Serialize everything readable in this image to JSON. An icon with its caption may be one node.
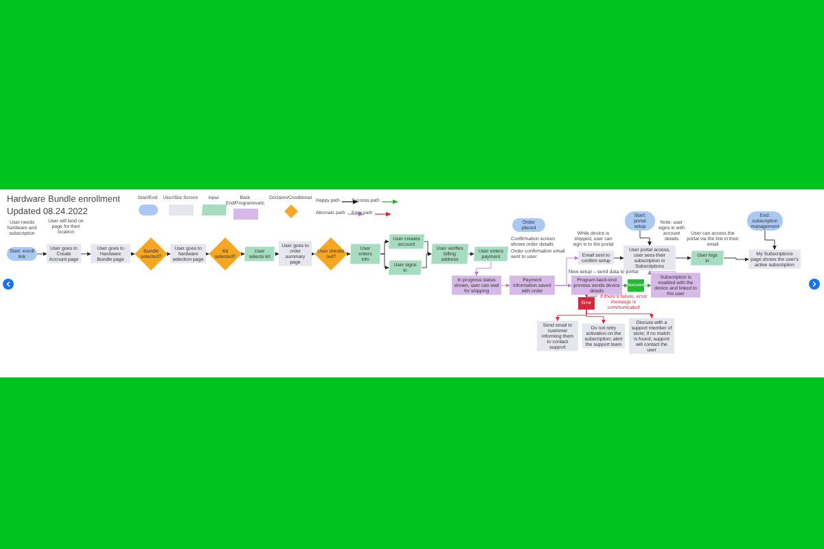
{
  "diagram": {
    "title": "Hardware Bundle enrollment",
    "nodes": [
      {
        "text": [
          "Start: enroll link"
        ],
        "beside": [
          "User needs hardware and subscription"
        ]
      },
      {
        "text": [
          "User goes to Create Account page"
        ],
        "beside": [
          "User will land on page for their location"
        ]
      },
      {
        "text": [
          "User goes to Hardware Bundle page"
        ]
      },
      {
        "text": [
          "Bundle selected?"
        ]
      },
      {
        "text": [
          "User goes to hardware selection page"
        ]
      },
      {
        "text": [
          "Kit selected?"
        ]
      },
      {
        "text": [
          "User selects kit"
        ]
      },
      {
        "text": [
          "User goes to order summary page"
        ]
      },
      {
        "text": [
          "User checks out?"
        ]
      },
      {
        "text": [
          "User enters info"
        ]
      },
      {
        "text": [
          "User creates account"
        ]
      },
      {
        "text": [
          "User signs in"
        ]
      },
      {
        "text": [
          "User verifies billing address"
        ]
      },
      {
        "text": [
          "User enters payment"
        ]
      },
      {
        "text": [
          "Order placed"
        ]
      },
      {
        "text": [
          "In progress status shown, user can wait for shipping"
        ]
      },
      {
        "text": [
          "Payment information saved with order"
        ]
      },
      {
        "text": [
          "Program back-end process sends device details"
        ]
      },
      {
        "text": [
          "Success"
        ]
      },
      {
        "text": [
          "Subscription is enabled with the device and linked to the user"
        ]
      },
      {
        "text": [
          "Error"
        ]
      },
      {
        "text": [
          "Send email to customer informing them to contact support"
        ]
      },
      {
        "text": [
          "Do not retry activation on the subscription; alert the support team"
        ]
      },
      {
        "text": [
          "Discuss with a support member of store; if no match is found, support will contact the user"
        ]
      },
      {
        "text": [
          "Email sent to confirm setup"
        ],
        "beside": [
          "While device is shipped, user can sign in to the portal"
        ]
      },
      {
        "text": [
          "Start: portal setup"
        ]
      },
      {
        "text": [
          "User portal access, user sees their subscription in Subscriptions"
        ],
        "beside": [
          "Note: user signs in with account details"
        ]
      },
      {
        "text": [
          "User logs in"
        ],
        "beside": [
          "User can access the portal via the link in their email"
        ]
      },
      {
        "text": [
          "End: subscription management"
        ]
      },
      {
        "text": [
          "My Subscriptions page shows the user's active subscription"
        ]
      }
    ],
    "edges": [
      {
        "from": 0,
        "to": 1,
        "arrow": "to"
      },
      {
        "from": 1,
        "to": 2,
        "arrow": "to"
      },
      {
        "from": 2,
        "to": 3,
        "arrow": "to"
      },
      {
        "from": 3,
        "to": 4,
        "arrow": "to"
      },
      {
        "from": 4,
        "to": 5,
        "arrow": "to"
      },
      {
        "from": 5,
        "to": 6,
        "arrow": "to"
      },
      {
        "from": 6,
        "to": 7,
        "arrow": "to"
      },
      {
        "from": 7,
        "to": 8,
        "arrow": "to"
      },
      {
        "from": 8,
        "to": 9,
        "arrow": "to"
      },
      {
        "from": 9,
        "to": 10,
        "arrow": "to"
      },
      {
        "from": 9,
        "to": 11,
        "arrow": "to"
      },
      {
        "from": 10,
        "to": 12,
        "arrow": "to"
      },
      {
        "from": 11,
        "to": 12,
        "arrow": "to"
      },
      {
        "from": 12,
        "to": 13,
        "arrow": "to"
      },
      {
        "from": 13,
        "to": 15,
        "arrow": "to",
        "color": "#b57ad0"
      },
      {
        "from": 15,
        "to": 16,
        "arrow": "to",
        "color": "#b57ad0"
      },
      {
        "from": 16,
        "to": 17,
        "arrow": "to",
        "color": "#b57ad0"
      },
      {
        "from": 16,
        "to": 24,
        "arrow": "to",
        "color": "#b57ad0"
      },
      {
        "from": 17,
        "to": 18,
        "arrow": "to",
        "color": "#22aa33"
      },
      {
        "from": 18,
        "to": 19,
        "arrow": "to",
        "color": "#22aa33"
      },
      {
        "from": 17,
        "to": 20,
        "arrow": "to",
        "color": "#d7263d"
      },
      {
        "from": 20,
        "to": 21,
        "arrow": "to",
        "color": "#d7263d"
      },
      {
        "from": 20,
        "to": 22,
        "arrow": "to",
        "color": "#d7263d"
      },
      {
        "from": 20,
        "to": 23,
        "arrow": "to",
        "color": "#d7263d"
      },
      {
        "from": 19,
        "to": 26,
        "arrow": "to",
        "color": "#b57ad0"
      },
      {
        "from": 24,
        "to": 26,
        "arrow": "to"
      },
      {
        "from": 25,
        "to": 26,
        "arrow": "to"
      },
      {
        "from": 26,
        "to": 27,
        "arrow": "to"
      },
      {
        "from": 27,
        "to": 29,
        "arrow": "to"
      },
      {
        "from": 28,
        "to": 29,
        "arrow": "to"
      }
    ],
    "labels": [
      "Updated 08.24.2022",
      "Confirmation screen shows order details",
      "Order confirmation email sent to user",
      "New setup – send data to portal",
      "If there's failure, error message is communicated"
    ],
    "legend": [
      {
        "text": "Start/End",
        "color": "#a9c9f2"
      },
      {
        "text": "User/Site Screen",
        "color": "#e6e6ee"
      },
      {
        "text": "Input",
        "color": "#a6dcc0"
      },
      {
        "text": "Back End/Programmatic",
        "color": "#d7b9e8"
      },
      {
        "text": "Decision/Conditional",
        "color": "#f5a623"
      },
      {
        "text": "Happy path"
      },
      {
        "text": "Alternate path"
      },
      {
        "text": "Success path"
      },
      {
        "text": "Error path"
      }
    ]
  }
}
